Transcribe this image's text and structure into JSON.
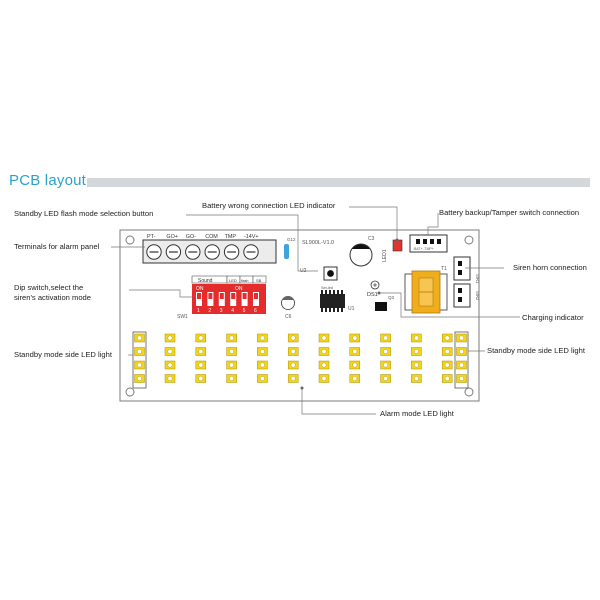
{
  "header": {
    "title": "PCB layout"
  },
  "callouts": {
    "standby_flash_button": "Standby LED flash mode selection button",
    "battery_wrong_led": "Battery wrong connection LED indicator",
    "battery_tamper_connection": "Battery backup/Tamper switch connection",
    "terminals_alarm_panel": "Terminals for alarm panel",
    "siren_horn_connection": "Siren horn connection",
    "dip_switch_line1": "Dip switch,select the",
    "dip_switch_line2": "siren's activation mode",
    "charging_indicator": "Charging indicator",
    "standby_side_left": "Standby mode side LED light",
    "standby_side_right": "Standby mode side LED light",
    "alarm_mode_led": "Alarm mode LED light"
  },
  "board": {
    "terminal_labels": [
      "PT-",
      "GO+",
      "GO-",
      "COM",
      "TMP",
      "-14V+"
    ],
    "model": "SL900L-V1.0",
    "dip_header": [
      "Sound",
      "LED",
      "flash",
      "SB"
    ],
    "dip_on": "ON",
    "dip_numbers": [
      "1",
      "2",
      "3",
      "4",
      "5",
      "6"
    ],
    "silk": {
      "sw1": "SW1",
      "c6": "C6",
      "u1": "U1",
      "u2": "U2",
      "c3": "C3",
      "led1": "LED1",
      "ds1": "DS1",
      "q3": "Q3",
      "t1": "T1",
      "sw_led": "Set-led",
      "batt_header": "-BAT+ -TMP+",
      "siren_top": "SIR1",
      "siren_bottom": "SIR2",
      "cap_side": "G12"
    }
  },
  "colors": {
    "title": "#2aa3c8",
    "title_bar": "#d4d8db",
    "board_fill": "#ffffff",
    "board_stroke": "#7b7b7b",
    "led_fill": "#f2d51a",
    "dip_red": "#e52c2c",
    "led_red": "#e0342e",
    "transformer": "#f0ae1c",
    "blue_part": "#3fa3e0",
    "callout_line": "#777777"
  }
}
